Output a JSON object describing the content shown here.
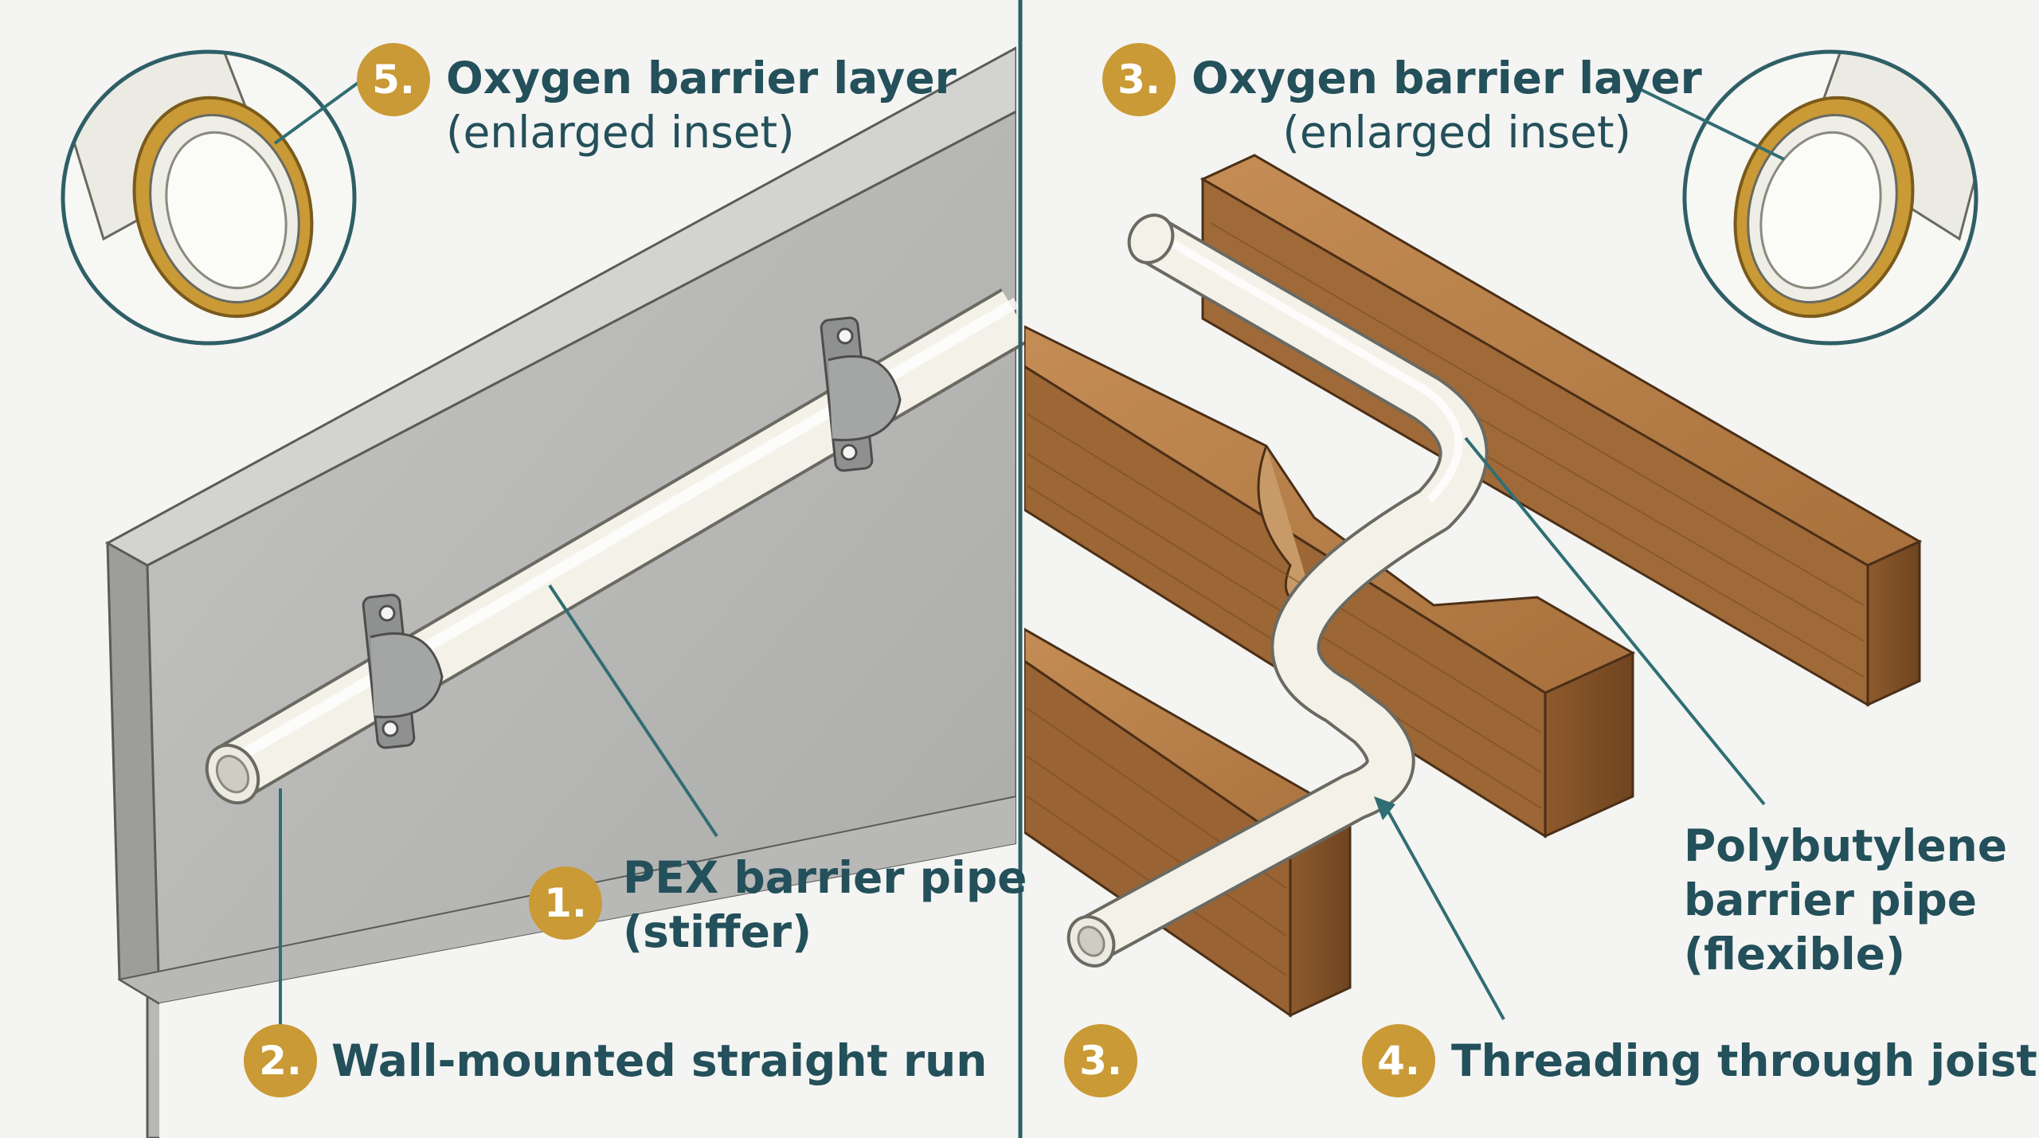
{
  "labels": {
    "left_inset": {
      "number": "5.",
      "title": "Oxygen barrier layer",
      "subtitle": "(enlarged inset)"
    },
    "right_inset": {
      "number": "3.",
      "title": "Oxygen barrier layer",
      "subtitle": "(enlarged inset)"
    },
    "pex": {
      "number": "1.",
      "line1": "PEX barrier pipe",
      "line2": "(stiffer)"
    },
    "wall_run": {
      "number": "2.",
      "text": "Wall-mounted straight run"
    },
    "extra_badge": {
      "number": "3."
    },
    "threading": {
      "number": "4.",
      "text": "Threading through joists"
    },
    "polybutylene": {
      "line1": "Polybutylene",
      "line2": "barrier pipe",
      "line3": "(flexible)"
    }
  },
  "colors": {
    "label_text": "#23505a",
    "badge_fill": "#c99a35",
    "leader_line": "#2f6e73",
    "concrete": "#b4b5b3",
    "wood": "#a9743f",
    "pipe": "#f2f0e6",
    "barrier_ring": "#c99a35"
  }
}
